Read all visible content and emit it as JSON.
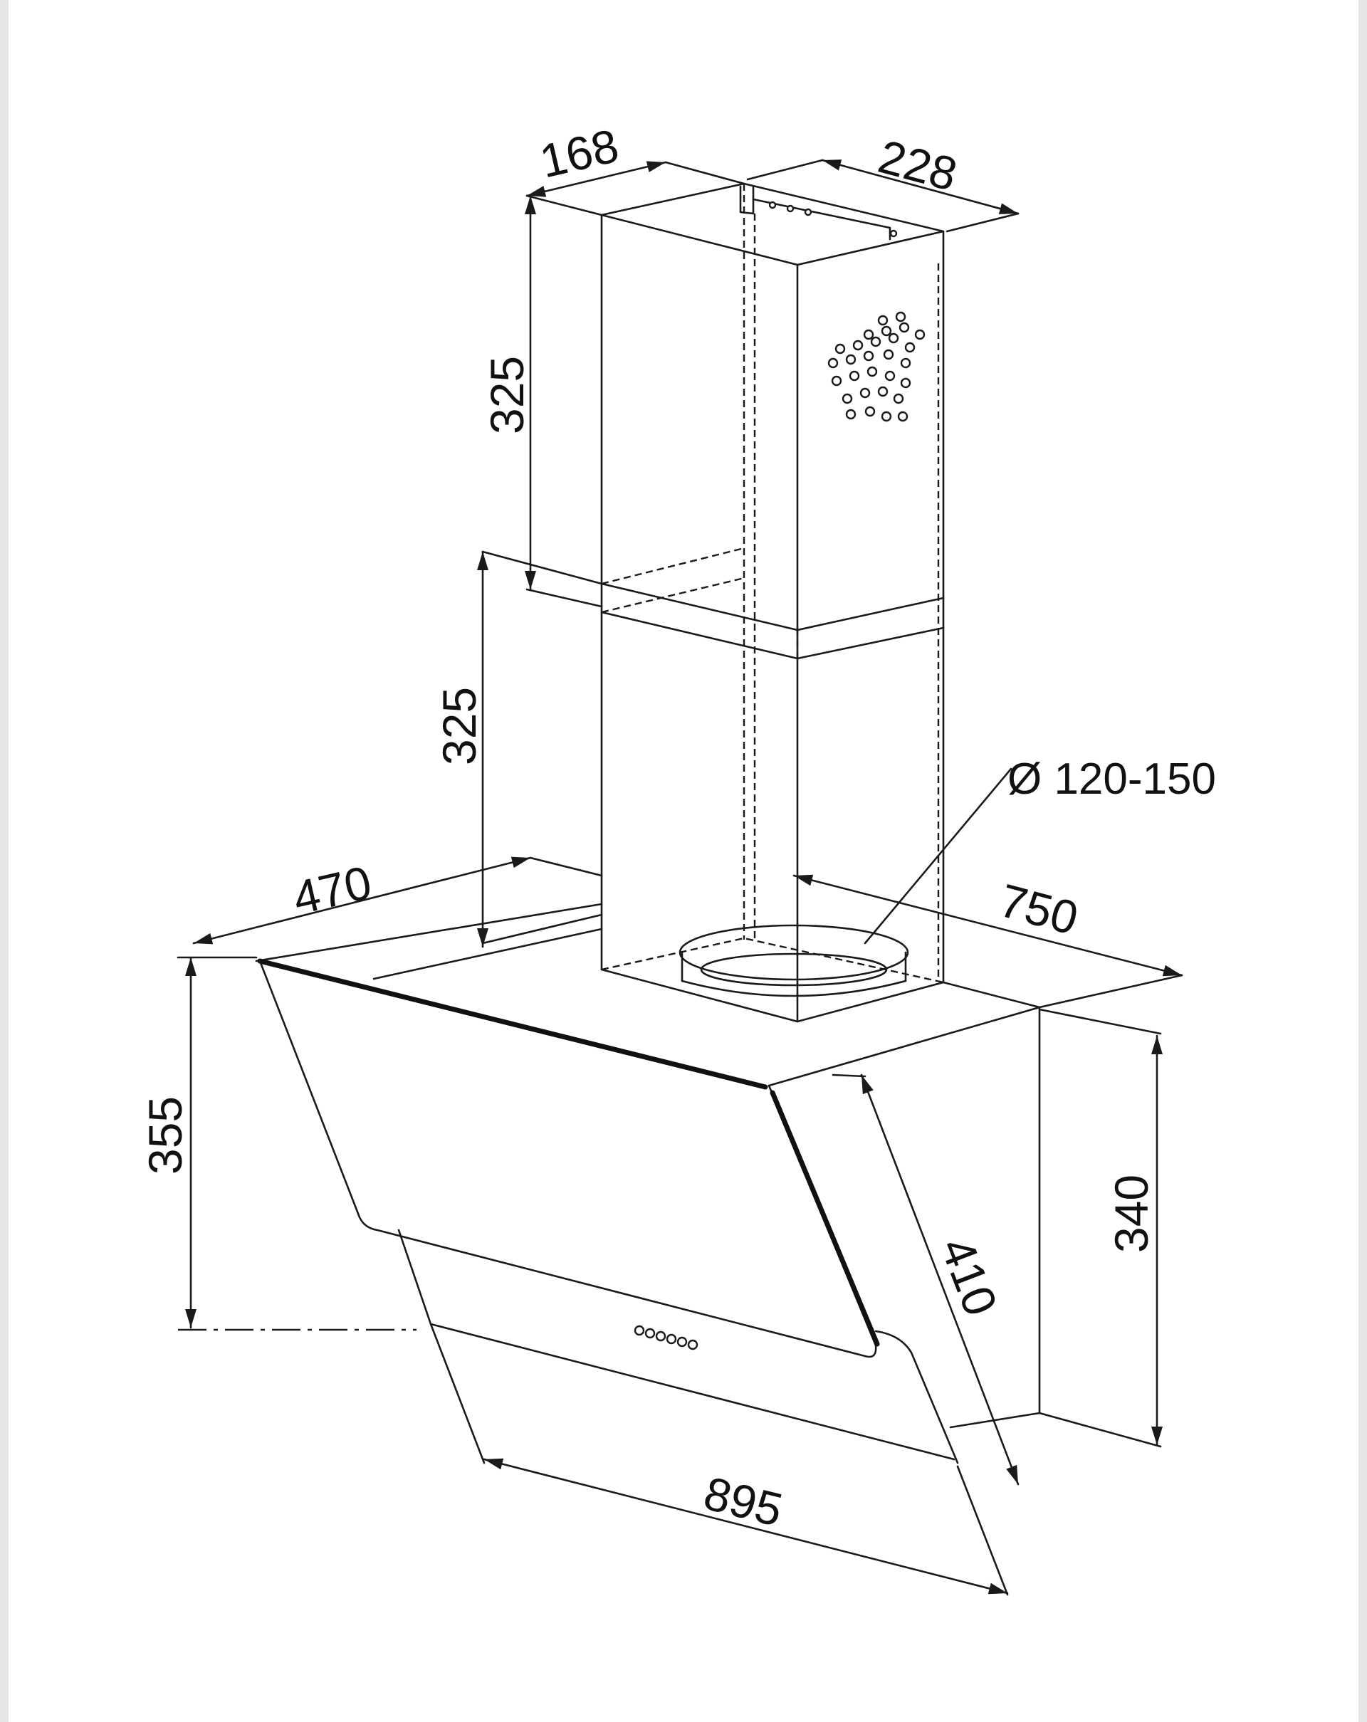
{
  "dimensions": {
    "chimney_depth": "168",
    "chimney_width": "228",
    "chimney_upper_height": "325",
    "chimney_lower_height": "325",
    "duct_diameter": "Ø 120-150",
    "hood_depth": "470",
    "hood_width": "750",
    "hood_front_height": "355",
    "hood_body_height": "340",
    "glass_height": "410",
    "glass_width": "895"
  },
  "colors": {
    "line": "#1a1a1a",
    "background": "#ffffff",
    "border": "#d9d9d9"
  }
}
